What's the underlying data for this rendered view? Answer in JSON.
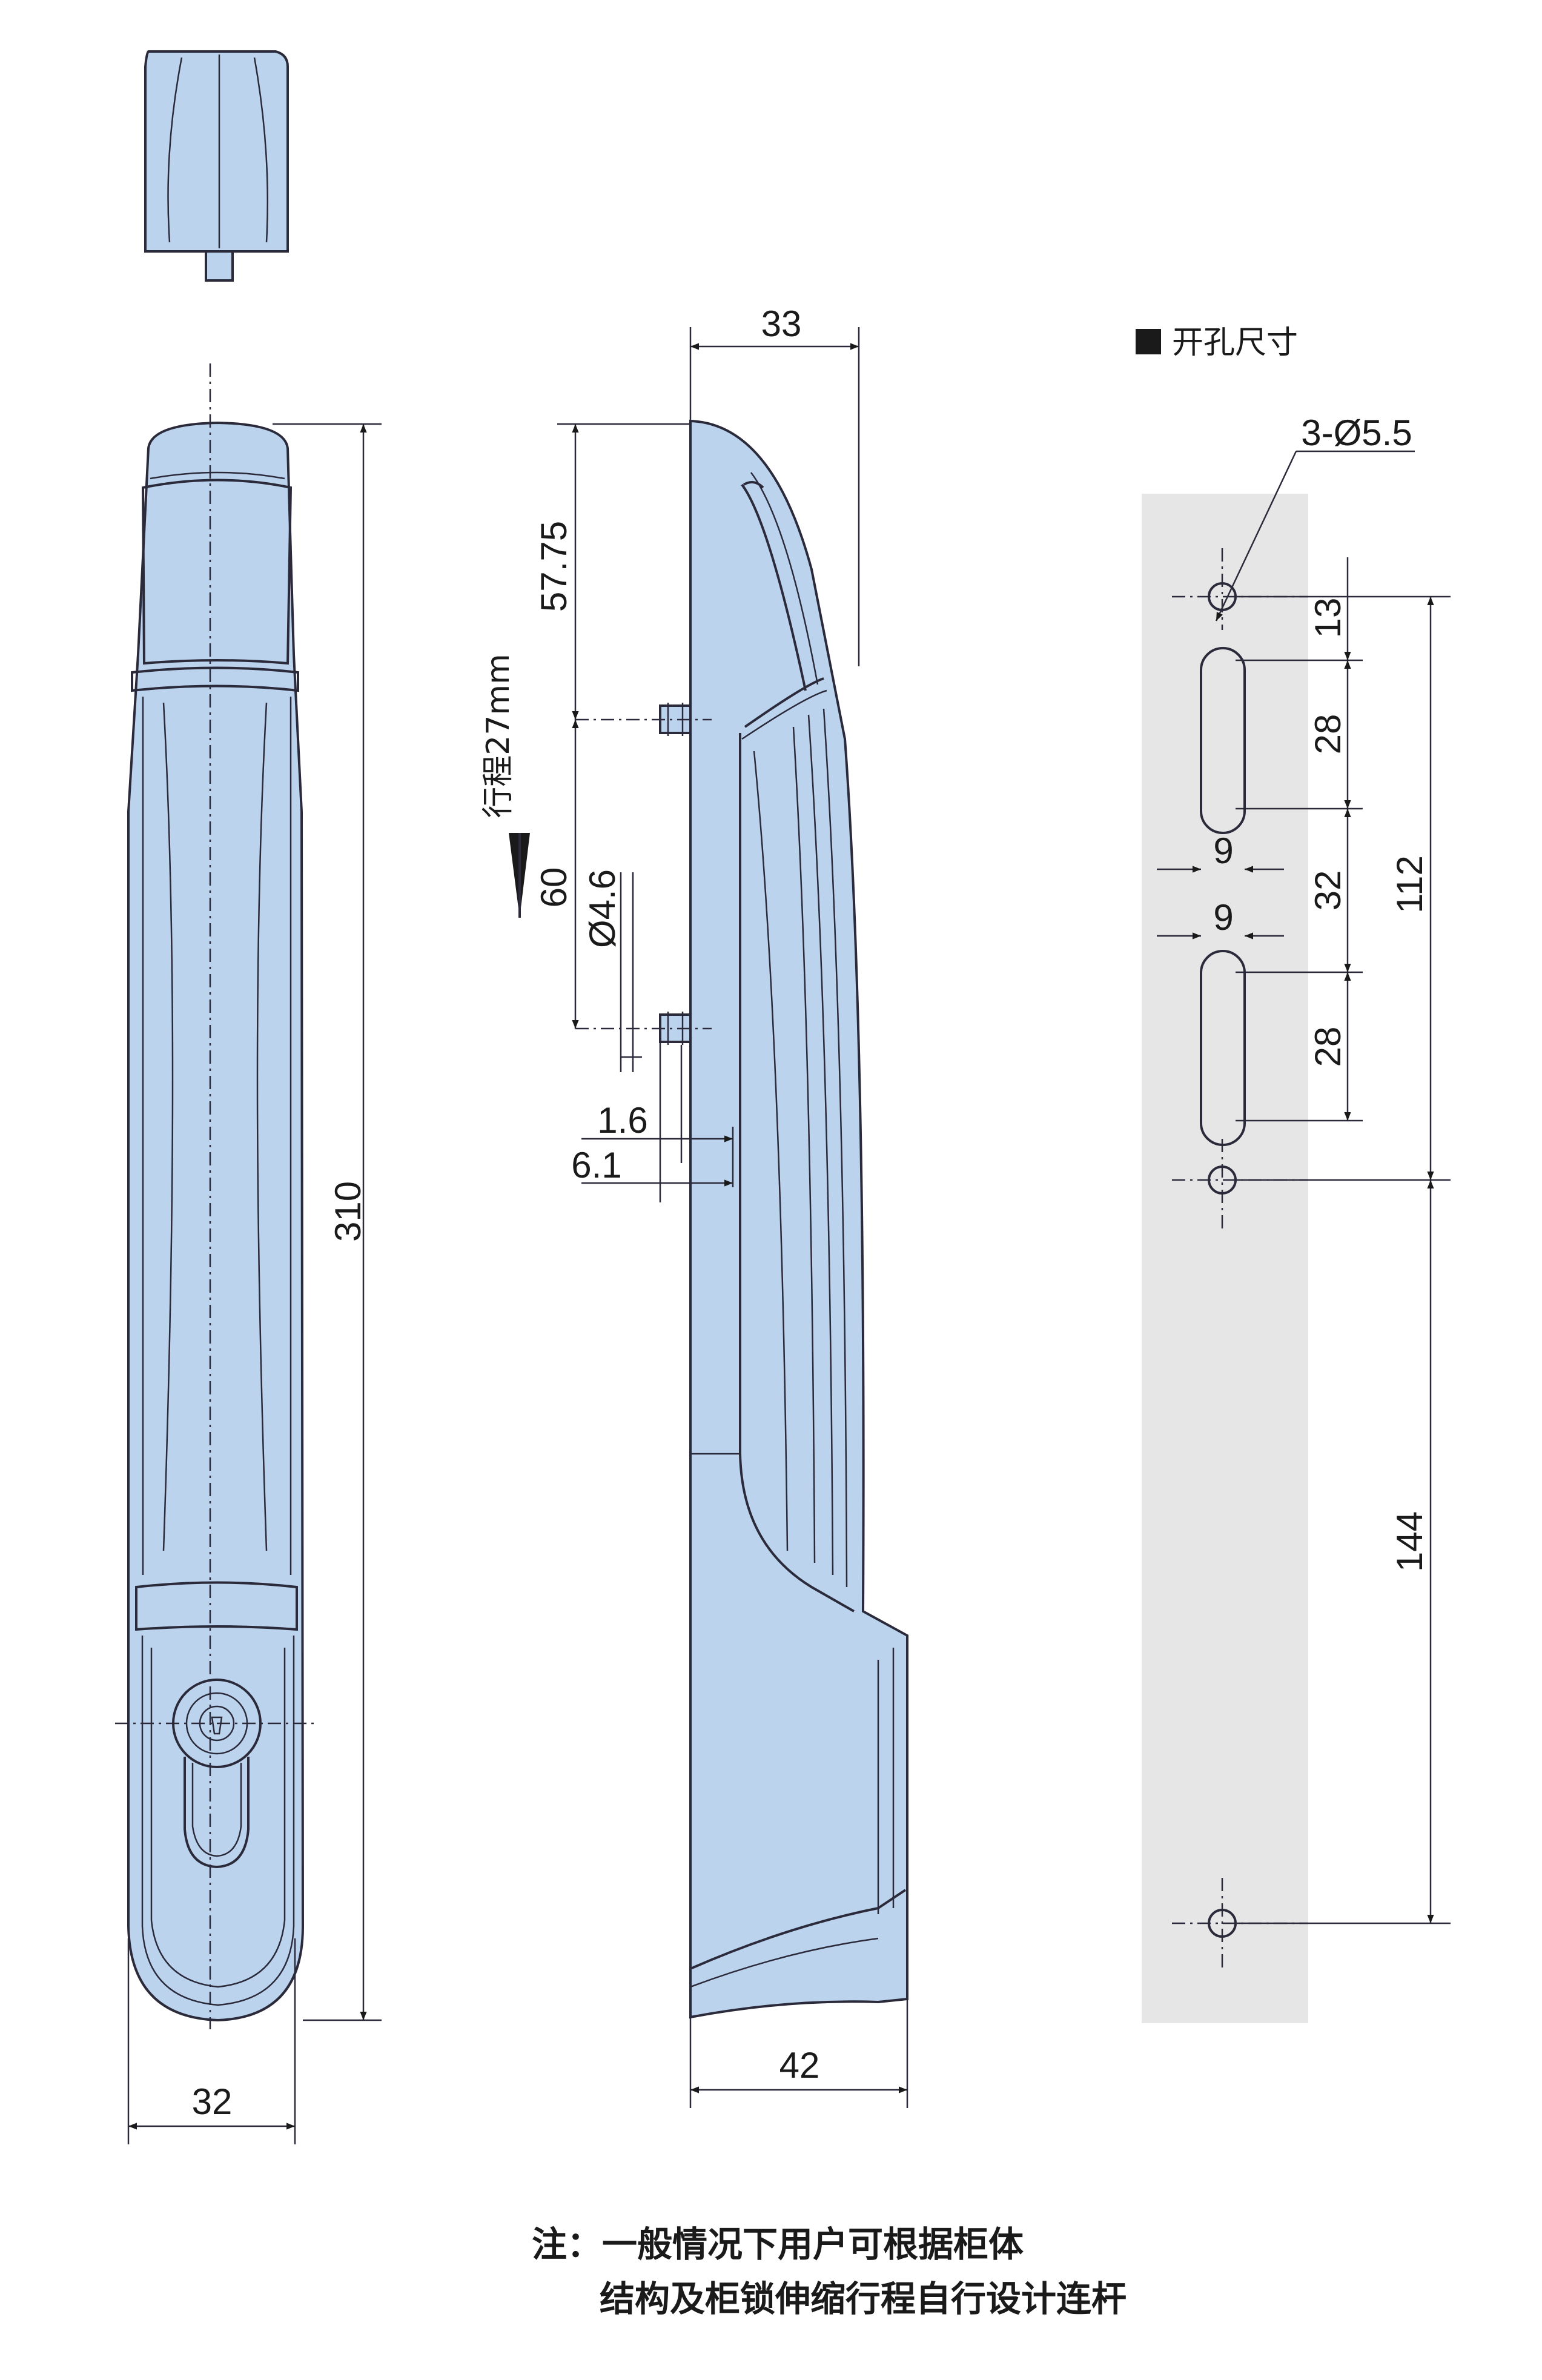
{
  "front_view": {
    "height_dim": "310",
    "width_dim": "32"
  },
  "side_view": {
    "top_width_dim": "33",
    "bottom_width_dim": "42",
    "dim_57_75": "57.75",
    "dim_60": "60",
    "dim_diameter": "Ø4.6",
    "dim_1_6": "1.6",
    "dim_6_1": "6.1",
    "travel_label": "行程27mm"
  },
  "cutout": {
    "title": "开孔尺寸",
    "hole_callout": "3-Ø5.5",
    "dim_13": "13",
    "dim_28_a": "28",
    "dim_9_a": "9",
    "dim_32": "32",
    "dim_9_b": "9",
    "dim_28_b": "28",
    "dim_112": "112",
    "dim_144": "144"
  },
  "note": {
    "line1": "注：一般情况下用户可根据柜体",
    "line2": "结构及柜锁伸缩行程自行设计连杆"
  },
  "colors": {
    "part_fill": "#bcd3ee",
    "cutout_panel": "#e6e6e6",
    "outline": "#2a2a3a"
  }
}
